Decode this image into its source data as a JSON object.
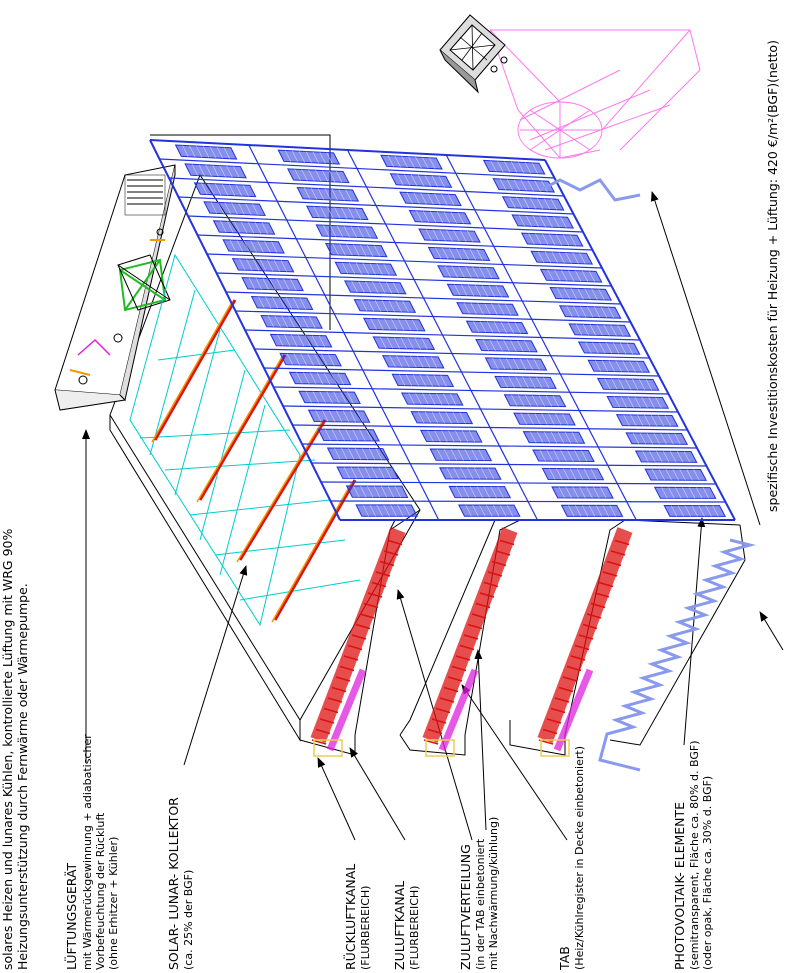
{
  "header": {
    "line1": "solares Heizen und lunares Kühlen, kontrollierte Lüftung mit WRG 90%",
    "line2": "Heizungsunterstützung durch Fernwärme oder Wärmepumpe."
  },
  "labels": {
    "lueftung": {
      "title": "LÜFTUNGSGERÄT",
      "lines": [
        "mit Wärmerückgewinnung + adiabatischer",
        "Vorbefeuchtung der Rückluft",
        "(ohne Erhitzer + Kühler)"
      ]
    },
    "kollektor": {
      "title": "SOLAR- LUNAR- KOLLEKTOR",
      "lines": [
        "(ca. 25% der BGF)"
      ]
    },
    "rueckluft": {
      "title": "RÜCKLUFTKANAL",
      "lines": [
        "(FLURBEREICH)"
      ]
    },
    "zuluftkanal": {
      "title": "ZULUFTKANAL",
      "lines": [
        "(FLURBEREICH)"
      ]
    },
    "zuluftverteilung": {
      "title": "ZULUFTVERTEILUNG",
      "lines": [
        "(in der TAB einbetoniert",
        "mit Nachwärmung/kühlung)"
      ]
    },
    "tab": {
      "title": "TAB",
      "lines": [
        "(Heiz/Kühlregister in Decke einbetoniert)"
      ]
    },
    "pv": {
      "title": "PHOTOVOLTAIK- ELEMENTE",
      "lines": [
        "(semitransparent, Fläche ca. 80% d. BGF)",
        "(oder opak, Fläche ca. 30% d. BGF)"
      ]
    },
    "kosten": {
      "text": "spezifische Investitionskosten für Heizung + Lüftung: 420 €/m²(BGF)(netto)"
    }
  },
  "colors": {
    "pv_blue": "#2233dd",
    "pipe_light_blue": "#8899ee",
    "tab_red": "#dd1111",
    "duct_orange": "#ee9900",
    "duct_yellow": "#eecc55",
    "duct_magenta": "#dd22dd",
    "tank_pink": "#ff77ee",
    "collector_cyan": "#00cccc",
    "device_green": "#22bb22",
    "line_black": "#000000"
  }
}
